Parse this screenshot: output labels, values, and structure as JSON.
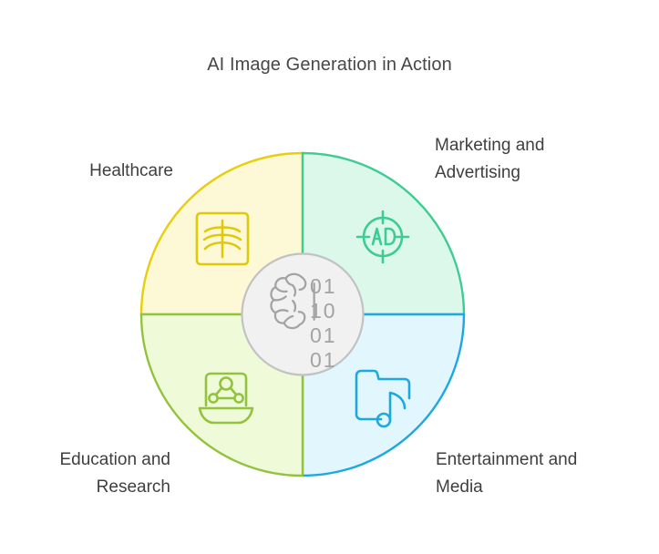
{
  "title": "AI Image Generation in Action",
  "chart_data": {
    "type": "pie",
    "title": "AI Image Generation in Action",
    "subtitle": "",
    "xlabel": "",
    "ylabel": "",
    "legend_position": "around-chart",
    "grid": false,
    "center_label": "01 10 01 01",
    "center_icon": "brain-binary-icon",
    "categories": [
      "Healthcare",
      "Marketing and Advertising",
      "Entertainment and Media",
      "Education and Research"
    ],
    "values": [
      25,
      25,
      25,
      25
    ],
    "colors": [
      "#E8CE0C",
      "#3FCC92",
      "#1BA9E0",
      "#93C33E"
    ]
  },
  "segments": [
    {
      "id": "healthcare",
      "label": "Healthcare",
      "position": "top-left",
      "share": 25,
      "stroke": "#E8CE0C",
      "fill": "#FDF8D6",
      "icon": "xray-chest-icon"
    },
    {
      "id": "marketing-advertising",
      "label": "Marketing and\nAdvertising",
      "position": "top-right",
      "share": 25,
      "stroke": "#3FCC92",
      "fill": "#DCF8EA",
      "icon": "ad-target-icon",
      "icon_text": "AD"
    },
    {
      "id": "entertainment-media",
      "label": "Entertainment and\nMedia",
      "position": "bottom-right",
      "share": 25,
      "stroke": "#1BA9E0",
      "fill": "#E2F6FD",
      "icon": "folder-music-icon"
    },
    {
      "id": "education-research",
      "label": "Education and\nResearch",
      "position": "bottom-left",
      "share": 25,
      "stroke": "#93C33E",
      "fill": "#EFFBD8",
      "icon": "laptop-network-icon"
    }
  ],
  "center": {
    "icon": "brain-icon",
    "binary_rows": [
      "01",
      "10",
      "01",
      "01"
    ],
    "fill": "#F1F1F1",
    "stroke": "#C2C2C2",
    "ink": "#A3A3A3"
  }
}
